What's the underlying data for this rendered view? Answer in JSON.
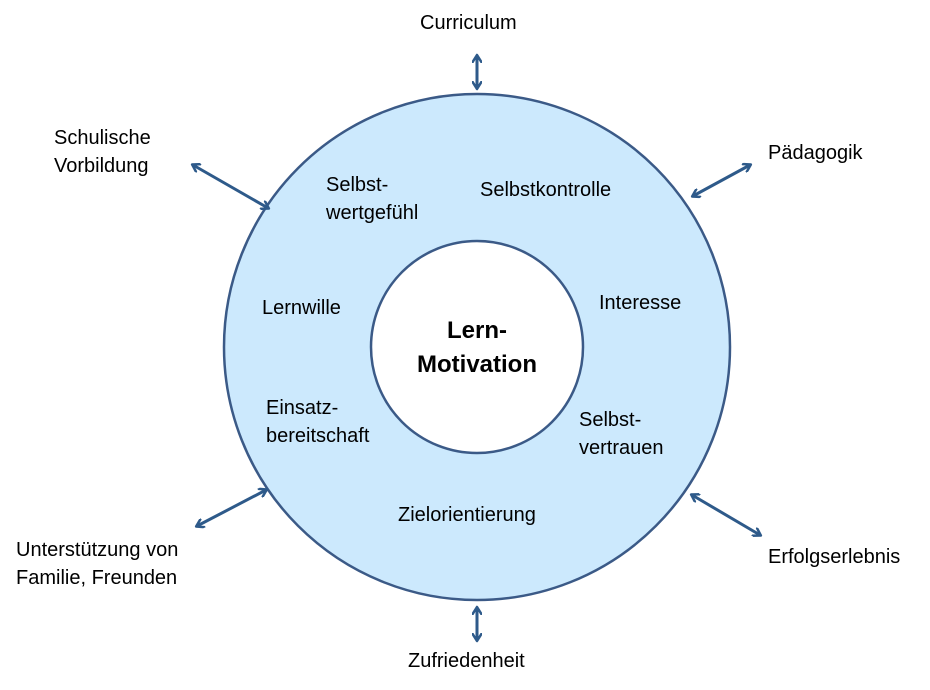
{
  "colors": {
    "ring_fill": "#cce9fd",
    "ring_stroke": "#3b5a87",
    "arrow": "#2e5a8a",
    "center_fill": "#ffffff"
  },
  "center": {
    "text": "Lern-\nMotivation"
  },
  "inner_factors": [
    {
      "id": "selbstwertgefuehl",
      "text": "Selbst-\nwertgefühl"
    },
    {
      "id": "selbstkontrolle",
      "text": "Selbstkontrolle"
    },
    {
      "id": "lernwille",
      "text": "Lernwille"
    },
    {
      "id": "interesse",
      "text": "Interesse"
    },
    {
      "id": "einsatzbereitschaft",
      "text": "Einsatz-\nbereitschaft"
    },
    {
      "id": "selbstvertrauen",
      "text": "Selbst-\nvertrauen"
    },
    {
      "id": "zielorientierung",
      "text": "Zielorientierung"
    }
  ],
  "external_factors": [
    {
      "id": "curriculum",
      "text": "Curriculum"
    },
    {
      "id": "schulische-vorbildung",
      "text": "Schulische\nVorbildung"
    },
    {
      "id": "paedagogik",
      "text": "Pädagogik"
    },
    {
      "id": "unterstuetzung",
      "text": "Unterstützung von\nFamilie, Freunden"
    },
    {
      "id": "erfolgserlebnis",
      "text": "Erfolgserlebnis"
    },
    {
      "id": "zufriedenheit",
      "text": "Zufriedenheit"
    }
  ]
}
